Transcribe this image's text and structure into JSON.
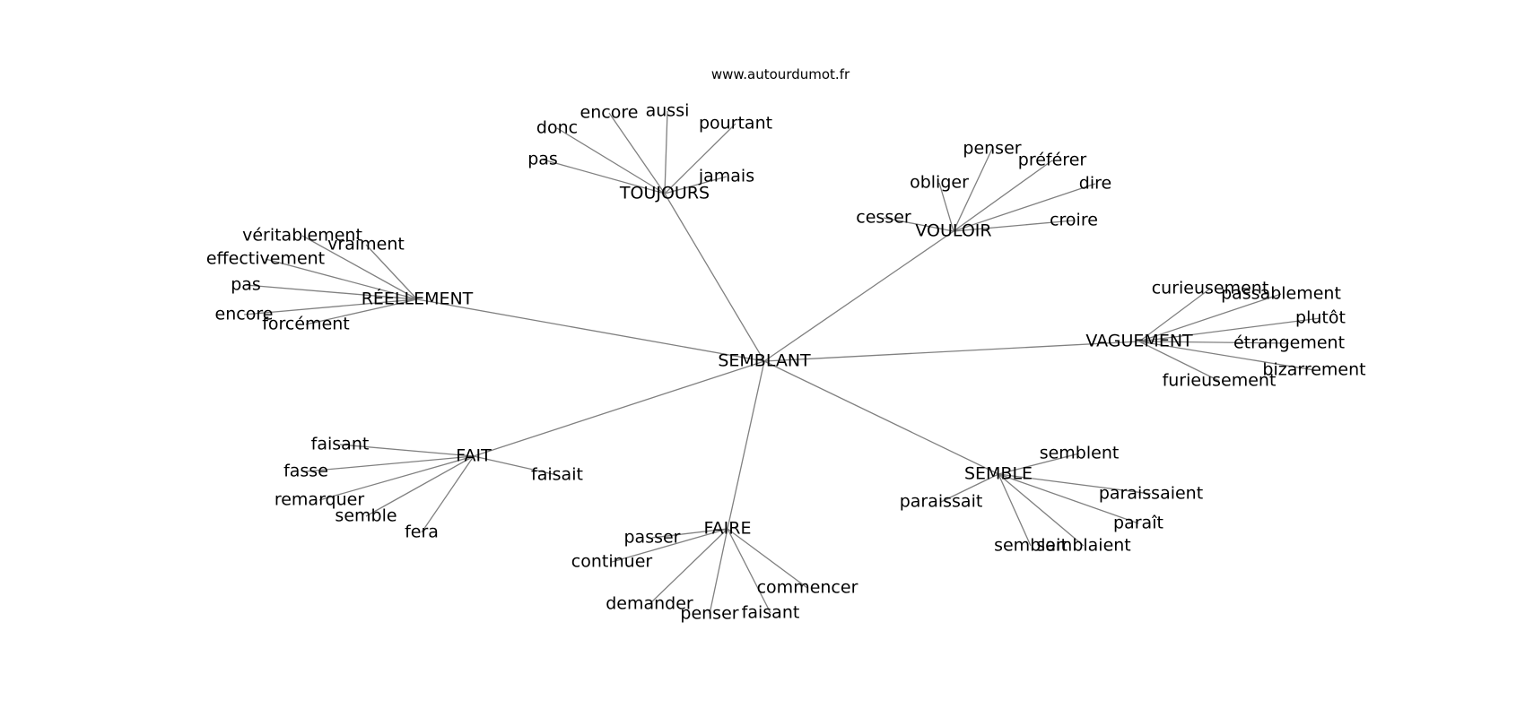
{
  "site": "www.autourdumot.fr",
  "root": "SEMBLANT",
  "hubs": [
    {
      "id": "toujours",
      "label": "TOUJOURS",
      "leaves": [
        "pas",
        "donc",
        "encore",
        "aussi",
        "pourtant",
        "jamais"
      ]
    },
    {
      "id": "vouloir",
      "label": "VOULOIR",
      "leaves": [
        "penser",
        "préférer",
        "obliger",
        "dire",
        "cesser",
        "croire"
      ]
    },
    {
      "id": "reellement",
      "label": "RÉELLEMENT",
      "leaves": [
        "véritablement",
        "vraiment",
        "effectivement",
        "pas",
        "encore",
        "forcément"
      ]
    },
    {
      "id": "vaguement",
      "label": "VAGUEMENT",
      "leaves": [
        "curieusement",
        "passablement",
        "plutôt",
        "étrangement",
        "bizarrement",
        "furieusement"
      ]
    },
    {
      "id": "fait",
      "label": "FAIT",
      "leaves": [
        "faisant",
        "fasse",
        "faisait",
        "remarquer",
        "semble",
        "fera"
      ]
    },
    {
      "id": "semble",
      "label": "SEMBLE",
      "leaves": [
        "semblent",
        "paraissaient",
        "paraissait",
        "paraît",
        "semblait",
        "semblaient"
      ]
    },
    {
      "id": "faire",
      "label": "FAIRE",
      "leaves": [
        "passer",
        "continuer",
        "commencer",
        "demander",
        "penser",
        "faisant"
      ]
    }
  ]
}
